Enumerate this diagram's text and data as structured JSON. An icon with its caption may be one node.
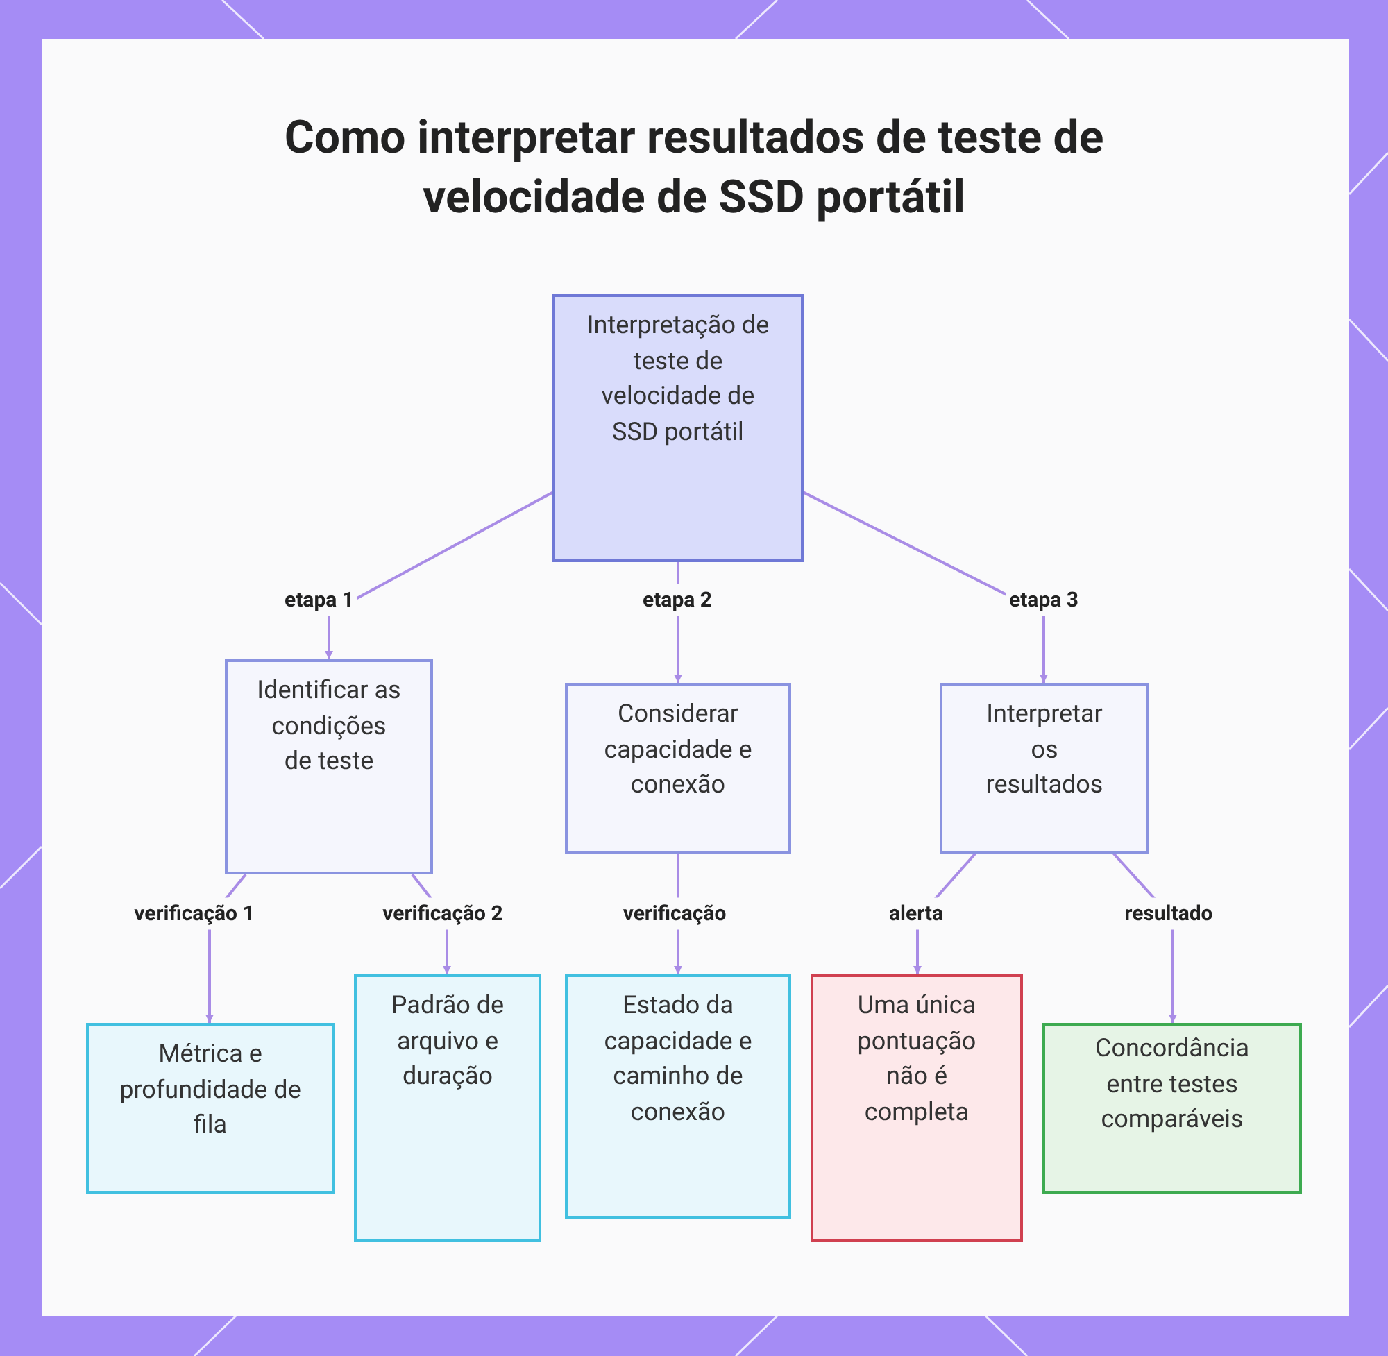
{
  "diagram": {
    "title": "Como interpretar resultados de teste de velocidade de SSD portátil",
    "nodes": [
      {
        "text": [
          "Interpretação de teste de velocidade de SSD portátil"
        ]
      },
      {
        "text": [
          "Identificar as condições de teste"
        ]
      },
      {
        "text": [
          "Considerar capacidade e conexão"
        ]
      },
      {
        "text": [
          "Interpretar os resultados"
        ]
      },
      {
        "text": [
          "Métrica e profundidade de fila"
        ]
      },
      {
        "text": [
          "Padrão de arquivo e duração"
        ]
      },
      {
        "text": [
          "Estado da capacidade e caminho de conexão"
        ]
      },
      {
        "text": [
          "Uma única pontuação não é completa"
        ]
      },
      {
        "text": [
          "Concordância entre testes comparáveis"
        ]
      }
    ],
    "edges": [
      {
        "from": 0,
        "to": 1,
        "arrow": "to",
        "label": "etapa 1"
      },
      {
        "from": 0,
        "to": 2,
        "arrow": "to",
        "label": "etapa 2"
      },
      {
        "from": 0,
        "to": 3,
        "arrow": "to",
        "label": "etapa 3"
      },
      {
        "from": 1,
        "to": 4,
        "arrow": "to",
        "label": "verificação 1"
      },
      {
        "from": 1,
        "to": 5,
        "arrow": "to",
        "label": "verificação 2"
      },
      {
        "from": 2,
        "to": 6,
        "arrow": "to",
        "label": "verificação"
      },
      {
        "from": 3,
        "to": 7,
        "arrow": "to",
        "label": "alerta"
      },
      {
        "from": 3,
        "to": 8,
        "arrow": "to",
        "label": "resultado"
      }
    ]
  }
}
